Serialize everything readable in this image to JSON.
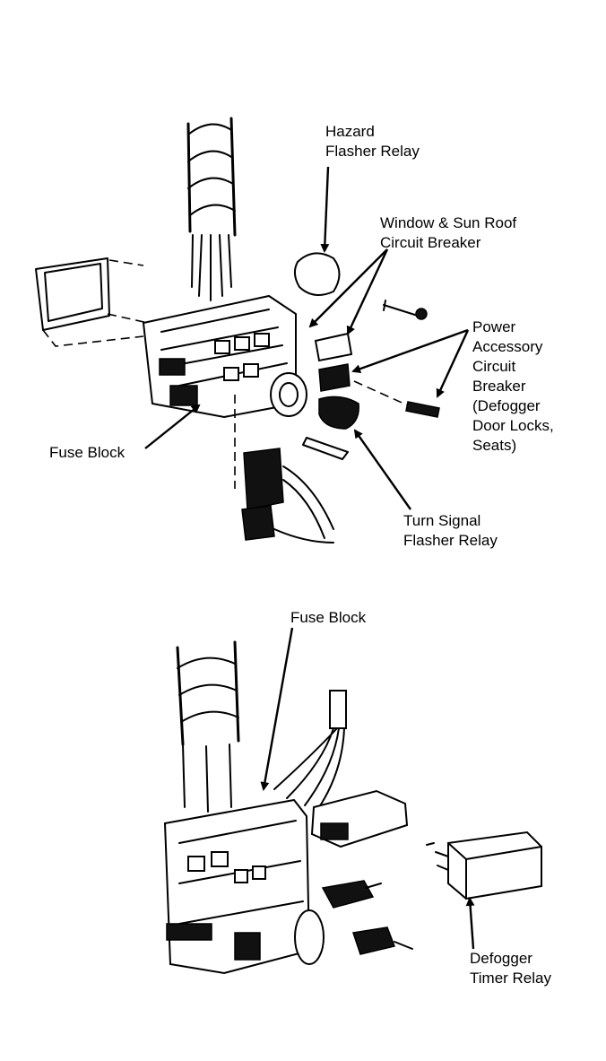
{
  "labels": {
    "hazard_flasher_relay": [
      "Hazard",
      "Flasher Relay"
    ],
    "window_sun_roof_breaker": [
      "Window & Sun Roof",
      "Circuit Breaker"
    ],
    "power_accessory_breaker": [
      "Power",
      "Accessory",
      "Circuit",
      "Breaker",
      "(Defogger",
      "Door Locks,",
      "Seats)"
    ],
    "fuse_block_top": [
      "Fuse Block"
    ],
    "turn_signal_flasher_relay": [
      "Turn Signal",
      "Flasher Relay"
    ],
    "fuse_block_bottom": [
      "Fuse Block"
    ],
    "defogger_timer_relay": [
      "Defogger",
      "Timer Relay"
    ]
  }
}
